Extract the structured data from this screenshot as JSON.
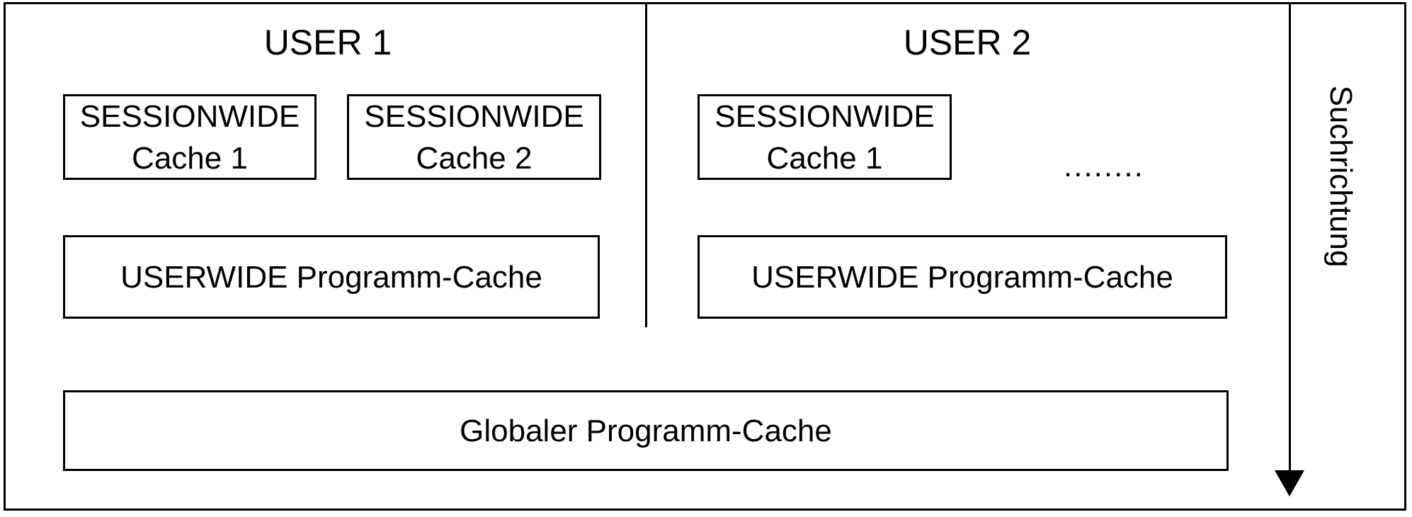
{
  "diagram": {
    "users": [
      {
        "title": "USER 1",
        "session_caches": [
          {
            "line1": "SESSIONWIDE",
            "line2": "Cache 1"
          },
          {
            "line1": "SESSIONWIDE",
            "line2": "Cache 2"
          }
        ],
        "userwide_cache": "USERWIDE Programm-Cache"
      },
      {
        "title": "USER 2",
        "session_caches": [
          {
            "line1": "SESSIONWIDE",
            "line2": "Cache 1"
          }
        ],
        "ellipsis": "........",
        "userwide_cache": "USERWIDE Programm-Cache"
      }
    ],
    "global_cache": "Globaler Programm-Cache",
    "arrow": {
      "label": "Suchrichtung",
      "direction": "down"
    },
    "colors": {
      "stroke": "#000000",
      "background": "#ffffff"
    }
  }
}
